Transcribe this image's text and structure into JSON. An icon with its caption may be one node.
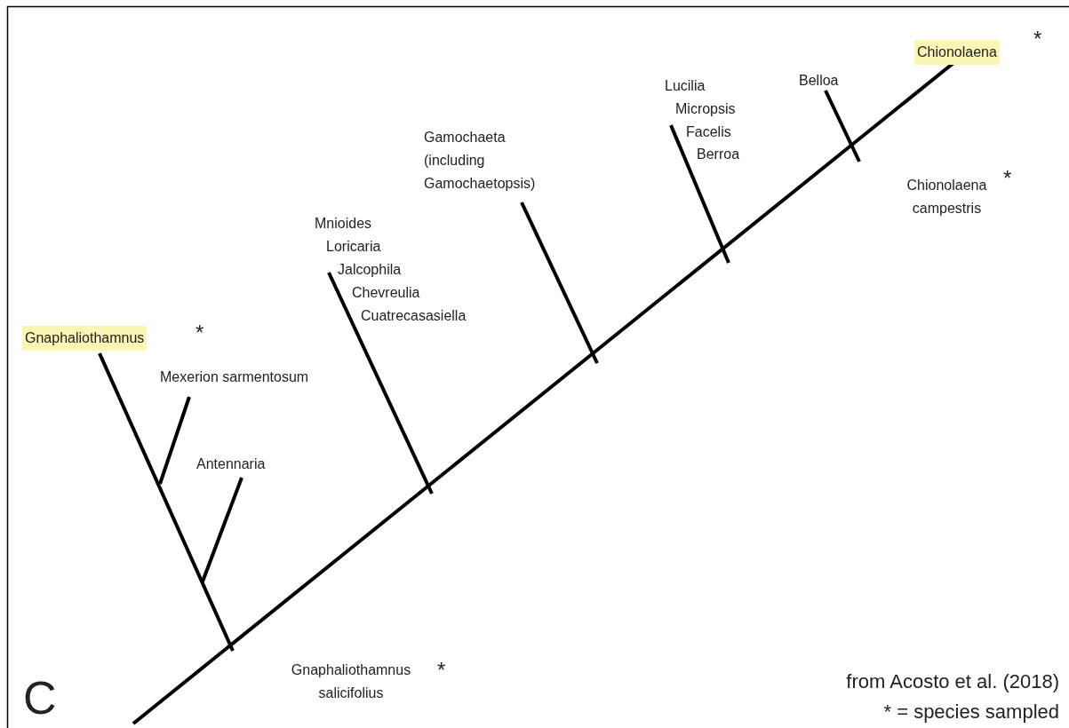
{
  "diagram": {
    "labels": [
      "Chionolaena",
      "*",
      "Lucilia",
      "Belloa",
      "Micropsis",
      "Facelis",
      "Gamochaeta (including Gamochaetopsis)",
      "Berroa",
      "*",
      "Chionolaena campestris",
      "Mnioides",
      "Loricaria",
      "Jalcophila",
      "Chevreulia",
      "Cuatrecasasiella",
      "Gnaphaliothamnus",
      "*",
      "Mexerion sarmentosum",
      "Antennaria",
      "*",
      "Gnaphaliothamnus salicifolius",
      "from Acosto et al. (2018)",
      "C",
      "* = species sampled"
    ]
  }
}
